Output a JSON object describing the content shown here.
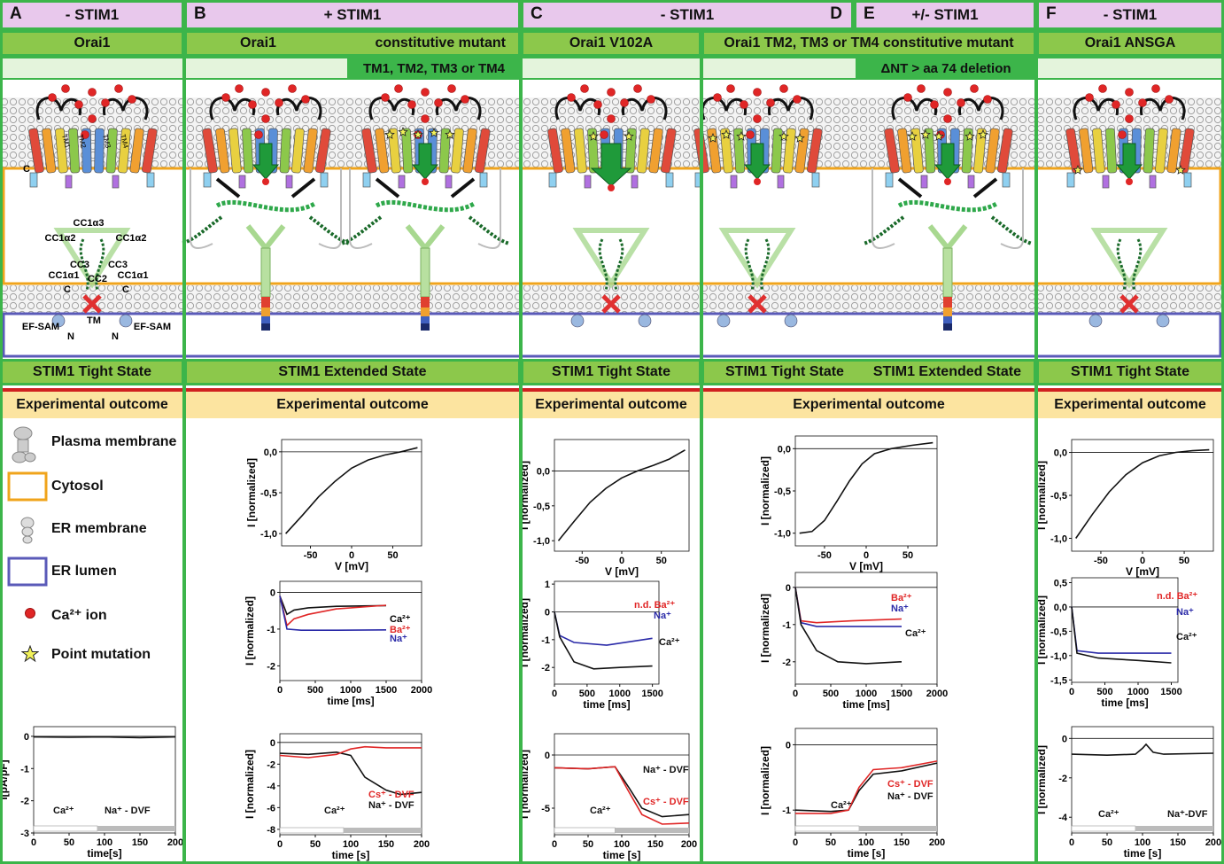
{
  "colors": {
    "green": "#3cb54a",
    "pink": "#e8c8ec",
    "lightgreen": "#8cc84b",
    "paleGreen": "#e4f4dc",
    "yellow": "#fce4a0",
    "red": "#d02020",
    "orange": "#f0a41c",
    "blue": "#5a5ab8"
  },
  "panels": {
    "A": {
      "letter": "A",
      "condition": "- STIM1",
      "protein": "Orai1",
      "state": "STIM1 Tight State",
      "outcome": "Experimental outcome"
    },
    "B": {
      "letter": "B",
      "condition": "+ STIM1",
      "protein": "Orai1",
      "protein2": "constitutive mutant",
      "mutation": "TM1, TM2, TM3 or TM4",
      "state": "STIM1 Extended State",
      "outcome": "Experimental outcome"
    },
    "C": {
      "letter": "C",
      "condition": "- STIM1",
      "protein": "Orai1 V102A",
      "state": "STIM1 Tight State",
      "outcome": "Experimental outcome"
    },
    "D": {
      "letter": "D",
      "protein": "Orai1 TM2, TM3 or TM4 constitutive mutant",
      "state": "STIM1 Tight State",
      "state2": "STIM1 Extended State",
      "outcome": "Experimental outcome"
    },
    "E": {
      "letter": "E",
      "condition": "+/- STIM1",
      "mutation": "ΔNT > aa 74 deletion"
    },
    "F": {
      "letter": "F",
      "condition": "- STIM1",
      "protein": "Orai1 ANSGA",
      "state": "STIM1 Tight State",
      "outcome": "Experimental outcome"
    }
  },
  "diagram_labels": {
    "cc1a3": "CC1α3",
    "cc1a2_left": "CC1α2",
    "cc1a2_right": "CC1α2",
    "cc3_left": "CC3",
    "cc3_right": "CC3",
    "cc1a1_left": "CC1α1",
    "cc1a1_right": "CC1α1",
    "cc2": "CC2",
    "c_left": "C",
    "c_right": "C",
    "tm": "TM",
    "efsam_left": "EF-SAM",
    "efsam_right": "EF-SAM",
    "n_left": "N",
    "n_right": "N",
    "c_orai": "C",
    "tm_helices": [
      "TM1",
      "TM2",
      "TM3",
      "TM4"
    ]
  },
  "legend": [
    {
      "icon": "plasma-membrane-icon",
      "label": "Plasma membrane"
    },
    {
      "icon": "cytosol-box-icon",
      "label": "Cytosol"
    },
    {
      "icon": "er-membrane-icon",
      "label": "ER membrane"
    },
    {
      "icon": "er-lumen-box-icon",
      "label": "ER lumen"
    },
    {
      "icon": "ca-ion-icon",
      "label": "Ca²⁺ ion"
    },
    {
      "icon": "point-mutation-icon",
      "label": "Point mutation"
    }
  ],
  "chart_data": [
    {
      "id": "B-iv",
      "type": "line",
      "xlabel": "V [mV]",
      "ylabel": "I [normalized]",
      "xticks": [
        "-50",
        "0",
        "50"
      ],
      "yticks": [
        "0,0",
        "-0,5",
        "-1,0"
      ],
      "xlim": [
        -85,
        85
      ],
      "ylim": [
        -1.15,
        0.15
      ],
      "series": [
        {
          "x": [
            -80,
            -60,
            -40,
            -20,
            0,
            20,
            40,
            60,
            80
          ],
          "y": [
            -1.0,
            -0.78,
            -0.55,
            -0.36,
            -0.2,
            -0.1,
            -0.04,
            0.0,
            0.05
          ]
        }
      ]
    },
    {
      "id": "B-time",
      "type": "line",
      "xlabel": "time [ms]",
      "ylabel": "I [normalized]",
      "xticks": [
        "0",
        "500",
        "1000",
        "1500",
        "2000"
      ],
      "yticks": [
        "0",
        "-1",
        "-2"
      ],
      "xlim": [
        0,
        2000
      ],
      "ylim": [
        -2.4,
        0.3
      ],
      "series": [
        {
          "name": "Ca²⁺",
          "x": [
            0,
            100,
            200,
            400,
            800,
            1500
          ],
          "y": [
            -0.1,
            -0.6,
            -0.48,
            -0.42,
            -0.38,
            -0.36
          ]
        },
        {
          "name": "Ba²⁺",
          "x": [
            0,
            100,
            200,
            400,
            800,
            1500
          ],
          "y": [
            -0.1,
            -0.9,
            -0.72,
            -0.6,
            -0.45,
            -0.35
          ]
        },
        {
          "name": "Na⁺",
          "x": [
            0,
            100,
            300,
            800,
            1500
          ],
          "y": [
            -0.1,
            -1.0,
            -1.03,
            -1.03,
            -1.02
          ]
        }
      ]
    },
    {
      "id": "B-dvf",
      "type": "line",
      "xlabel": "time [s]",
      "ylabel": "I [normalized]",
      "xticks": [
        "0",
        "50",
        "100",
        "150",
        "200"
      ],
      "yticks": [
        "0",
        "-2",
        "-4",
        "-6",
        "-8"
      ],
      "xlim": [
        0,
        200
      ],
      "ylim": [
        -8.5,
        0.8
      ],
      "annotations": [
        "Ca²⁺",
        "Cs⁺ - DVF",
        "Na⁺ - DVF"
      ],
      "series": [
        {
          "name": "Na⁺ - DVF",
          "x": [
            0,
            40,
            80,
            100,
            120,
            150,
            170,
            200
          ],
          "y": [
            -1.0,
            -1.1,
            -0.9,
            -1.2,
            -3.2,
            -4.4,
            -4.8,
            -4.6
          ]
        },
        {
          "name": "Cs⁺ - DVF",
          "x": [
            0,
            40,
            80,
            100,
            120,
            150,
            200
          ],
          "y": [
            -1.2,
            -1.4,
            -1.1,
            -0.6,
            -0.4,
            -0.5,
            -0.5
          ]
        }
      ]
    },
    {
      "id": "C-iv",
      "type": "line",
      "xlabel": "V [mV]",
      "ylabel": "I [normalized]",
      "xticks": [
        "-50",
        "0",
        "50"
      ],
      "yticks": [
        "0,0",
        "-0,5",
        "-1,0"
      ],
      "xlim": [
        -85,
        85
      ],
      "ylim": [
        -1.15,
        0.45
      ],
      "series": [
        {
          "x": [
            -80,
            -60,
            -40,
            -20,
            0,
            20,
            40,
            60,
            80
          ],
          "y": [
            -1.0,
            -0.72,
            -0.45,
            -0.25,
            -0.1,
            0.0,
            0.08,
            0.17,
            0.3
          ]
        }
      ]
    },
    {
      "id": "C-time",
      "type": "line",
      "xlabel": "time [ms]",
      "ylabel": "I [normalized]",
      "xticks": [
        "0",
        "500",
        "1000",
        "1500"
      ],
      "yticks": [
        "1",
        "0",
        "-1",
        "-2"
      ],
      "xlim": [
        0,
        1600
      ],
      "ylim": [
        -2.6,
        1.1
      ],
      "annotations": [
        "n.d. Ba²⁺",
        "Na⁺",
        "Ca²⁺"
      ],
      "series": [
        {
          "name": "Na⁺",
          "x": [
            0,
            80,
            300,
            800,
            1500
          ],
          "y": [
            0,
            -0.85,
            -1.1,
            -1.2,
            -0.95
          ]
        },
        {
          "name": "Ca²⁺",
          "x": [
            0,
            80,
            300,
            600,
            1000,
            1500
          ],
          "y": [
            0,
            -0.9,
            -1.8,
            -2.05,
            -2.0,
            -1.95
          ]
        }
      ]
    },
    {
      "id": "C-dvf",
      "type": "line",
      "xlabel": "time [s]",
      "ylabel": "I [normalized]",
      "xticks": [
        "0",
        "50",
        "100",
        "150",
        "200"
      ],
      "yticks": [
        "0",
        "-5"
      ],
      "xlim": [
        0,
        200
      ],
      "ylim": [
        -7.5,
        2
      ],
      "annotations": [
        "Ca²⁺",
        "Na⁺ - DVF",
        "Cs⁺ - DVF"
      ],
      "series": [
        {
          "name": "Na⁺ - DVF",
          "x": [
            0,
            50,
            90,
            110,
            130,
            160,
            200
          ],
          "y": [
            -1.2,
            -1.3,
            -1.1,
            -3,
            -5,
            -5.8,
            -5.6
          ]
        },
        {
          "name": "Cs⁺ - DVF",
          "x": [
            0,
            50,
            90,
            110,
            130,
            160,
            200
          ],
          "y": [
            -1.2,
            -1.3,
            -1.1,
            -3.4,
            -5.6,
            -6.5,
            -6.4
          ]
        }
      ]
    },
    {
      "id": "D-iv",
      "type": "line",
      "xlabel": "V [mV]",
      "ylabel": "I [normalized]",
      "xticks": [
        "-50",
        "0",
        "50"
      ],
      "yticks": [
        "0,0",
        "-0,5",
        "-1,0"
      ],
      "xlim": [
        -85,
        85
      ],
      "ylim": [
        -1.15,
        0.15
      ],
      "series": [
        {
          "x": [
            -80,
            -65,
            -50,
            -35,
            -20,
            -5,
            10,
            30,
            55,
            80
          ],
          "y": [
            -1.0,
            -0.98,
            -0.85,
            -0.62,
            -0.38,
            -0.18,
            -0.06,
            0.0,
            0.04,
            0.07
          ]
        }
      ]
    },
    {
      "id": "D-time",
      "type": "line",
      "xlabel": "time [ms]",
      "ylabel": "I [normalized]",
      "xticks": [
        "0",
        "500",
        "1000",
        "1500",
        "2000"
      ],
      "yticks": [
        "0",
        "-1",
        "-2"
      ],
      "xlim": [
        0,
        2000
      ],
      "ylim": [
        -2.6,
        0.4
      ],
      "annotations": [
        "Ba²⁺",
        "Na⁺",
        "Ca²⁺"
      ],
      "series": [
        {
          "name": "Ba²⁺",
          "x": [
            0,
            80,
            300,
            800,
            1500
          ],
          "y": [
            0,
            -0.9,
            -0.95,
            -0.9,
            -0.85
          ]
        },
        {
          "name": "Na⁺",
          "x": [
            0,
            80,
            300,
            800,
            1500
          ],
          "y": [
            0,
            -0.95,
            -1.05,
            -1.05,
            -1.05
          ]
        },
        {
          "name": "Ca²⁺",
          "x": [
            0,
            80,
            300,
            600,
            1000,
            1500
          ],
          "y": [
            0,
            -1.0,
            -1.7,
            -2.0,
            -2.05,
            -2.0
          ]
        }
      ]
    },
    {
      "id": "D-dvf",
      "type": "line",
      "xlabel": "time [s]",
      "ylabel": "I [normalized]",
      "xticks": [
        "0",
        "50",
        "100",
        "150",
        "200"
      ],
      "yticks": [
        "0",
        "-1"
      ],
      "xlim": [
        0,
        200
      ],
      "ylim": [
        -1.35,
        0.25
      ],
      "annotations": [
        "Ca²⁺",
        "Cs⁺ - DVF",
        "Na⁺ - DVF"
      ],
      "series": [
        {
          "name": "Na⁺ - DVF",
          "x": [
            0,
            50,
            75,
            90,
            110,
            150,
            200
          ],
          "y": [
            -1.0,
            -1.02,
            -1.0,
            -0.7,
            -0.45,
            -0.4,
            -0.28
          ]
        },
        {
          "name": "Cs⁺ - DVF",
          "x": [
            0,
            50,
            75,
            90,
            110,
            150,
            200
          ],
          "y": [
            -1.05,
            -1.05,
            -1.0,
            -0.65,
            -0.38,
            -0.35,
            -0.25
          ]
        }
      ]
    },
    {
      "id": "F-iv",
      "type": "line",
      "xlabel": "V [mV]",
      "ylabel": "I [normalized]",
      "xticks": [
        "-50",
        "0",
        "50"
      ],
      "yticks": [
        "0,0",
        "-0,5",
        "-1,0"
      ],
      "xlim": [
        -85,
        85
      ],
      "ylim": [
        -1.15,
        0.15
      ],
      "series": [
        {
          "x": [
            -80,
            -60,
            -40,
            -20,
            0,
            20,
            40,
            60,
            80
          ],
          "y": [
            -1.0,
            -0.72,
            -0.46,
            -0.26,
            -0.12,
            -0.04,
            0.0,
            0.02,
            0.03
          ]
        }
      ]
    },
    {
      "id": "F-time",
      "type": "line",
      "xlabel": "time [ms]",
      "ylabel": "I [normalized]",
      "xticks": [
        "0",
        "500",
        "1000",
        "1500"
      ],
      "yticks": [
        "0,5",
        "0,0",
        "-0,5",
        "-1,0",
        "-1,5"
      ],
      "xlim": [
        0,
        1600
      ],
      "ylim": [
        -1.55,
        0.6
      ],
      "annotations": [
        "n.d. Ba²⁺",
        "Na⁺",
        "Ca²⁺"
      ],
      "series": [
        {
          "name": "Na⁺",
          "x": [
            0,
            80,
            400,
            1000,
            1500
          ],
          "y": [
            0,
            -0.9,
            -0.95,
            -0.95,
            -0.95
          ]
        },
        {
          "name": "Ca²⁺",
          "x": [
            0,
            80,
            400,
            1000,
            1500
          ],
          "y": [
            0,
            -0.95,
            -1.05,
            -1.1,
            -1.15
          ]
        }
      ]
    },
    {
      "id": "F-dvf",
      "type": "line",
      "xlabel": "time [s]",
      "ylabel": "I [normalized]",
      "xticks": [
        "0",
        "50",
        "100",
        "150",
        "200"
      ],
      "yticks": [
        "0",
        "-2",
        "-4"
      ],
      "xlim": [
        0,
        200
      ],
      "ylim": [
        -4.8,
        0.6
      ],
      "annotations": [
        "Ca²⁺",
        "Na⁺-DVF"
      ],
      "series": [
        {
          "x": [
            0,
            50,
            90,
            100,
            105,
            115,
            130,
            200
          ],
          "y": [
            -0.8,
            -0.85,
            -0.8,
            -0.5,
            -0.3,
            -0.7,
            -0.8,
            -0.75
          ]
        }
      ]
    },
    {
      "id": "A-dvf",
      "type": "line",
      "xlabel": "time[s]",
      "ylabel": "I[pA/pF]",
      "xticks": [
        "0",
        "50",
        "100",
        "150",
        "200"
      ],
      "yticks": [
        "0",
        "-1",
        "-2",
        "-3"
      ],
      "xlim": [
        0,
        200
      ],
      "ylim": [
        -3,
        0.3
      ],
      "annotations": [
        "Ca²⁺",
        "Na⁺ - DVF"
      ],
      "series": [
        {
          "x": [
            0,
            50,
            100,
            150,
            200
          ],
          "y": [
            -0.02,
            -0.03,
            -0.02,
            -0.04,
            -0.02
          ]
        }
      ]
    }
  ]
}
